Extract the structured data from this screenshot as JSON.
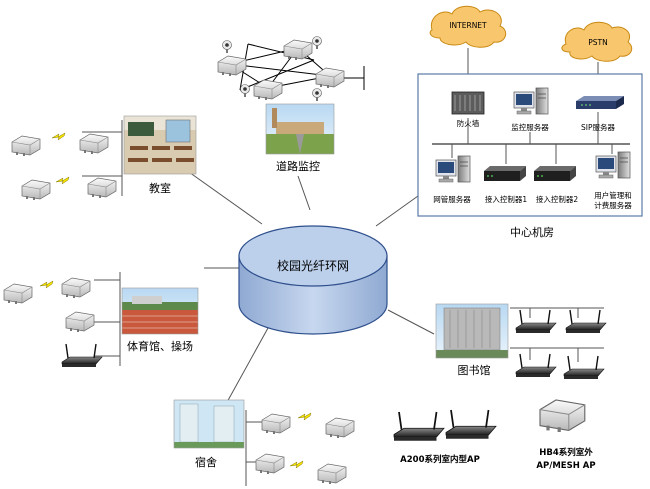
{
  "ring": {
    "label": "校园光纤环网"
  },
  "cloud_internet": {
    "label": "INTERNET"
  },
  "cloud_pstn": {
    "label": "PSTN"
  },
  "data_center": {
    "title": "中心机房",
    "firewall": "防火墙",
    "monitor_server": "监控服务器",
    "sip_server": "SIP服务器",
    "nms_server": "网管服务器",
    "controller1": "接入控制器1",
    "controller2": "接入控制器2",
    "billing_line1": "用户管理和",
    "billing_line2": "计费服务器"
  },
  "sites": {
    "classroom": "教室",
    "road": "道路监控",
    "gym": "体育馆、操场",
    "dorm": "宿舍",
    "library": "图书馆"
  },
  "legend": {
    "indoor_ap": "A200系列室内型AP",
    "outdoor_line1": "HB4系列室外",
    "outdoor_line2": "AP/MESH AP"
  },
  "colors": {
    "ring_fill": "#bcd0ec",
    "ring_stroke": "#2e4f8c",
    "cloud_fill": "#f8c66d",
    "cloud_stroke": "#c98a14",
    "box_stroke": "#5a7aa8",
    "line": "#555555",
    "mesh_line": "#000000",
    "link_bolt": "#f4e200"
  }
}
